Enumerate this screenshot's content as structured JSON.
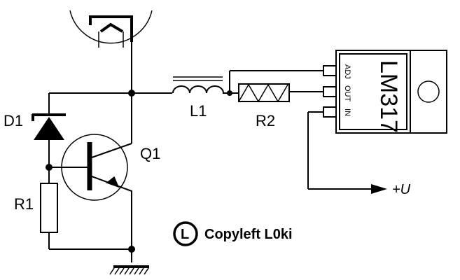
{
  "diagram": {
    "type": "electronic-schematic",
    "components": {
      "d1": {
        "label": "D1",
        "kind": "diode"
      },
      "q1": {
        "label": "Q1",
        "kind": "npn-transistor"
      },
      "r1": {
        "label": "R1",
        "kind": "resistor"
      },
      "l1": {
        "label": "L1",
        "kind": "inductor"
      },
      "r2": {
        "label": "R2",
        "kind": "resistor"
      },
      "ic": {
        "label": "LM317",
        "kind": "voltage-regulator",
        "pins": [
          "ADJ",
          "OUT",
          "IN"
        ]
      },
      "lamp": {
        "kind": "tube"
      },
      "ground": {
        "kind": "ground"
      }
    },
    "output_label": "+U",
    "copyleft": {
      "symbol": "L",
      "text": "Copyleft L0ki"
    }
  }
}
